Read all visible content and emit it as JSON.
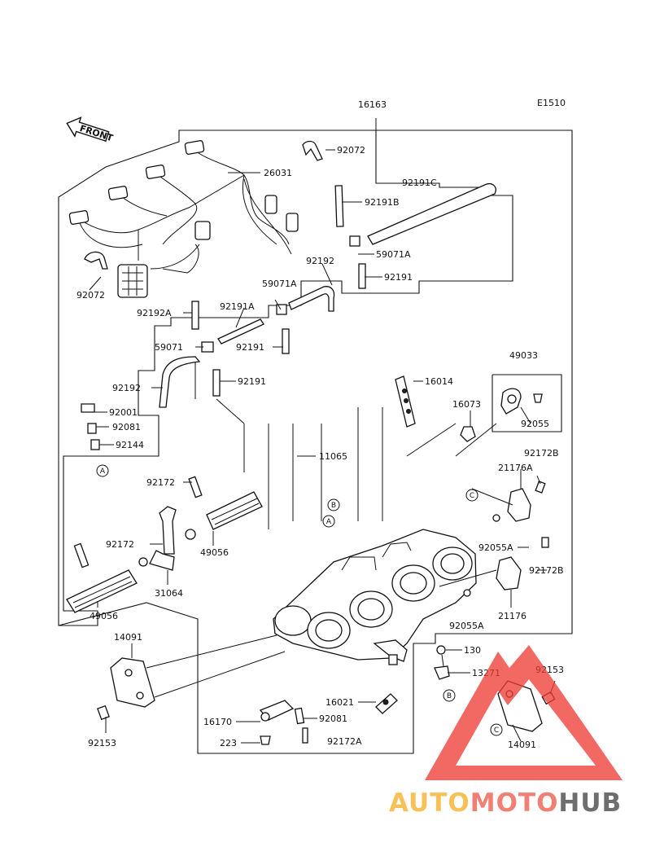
{
  "diagram": {
    "code": "E1510",
    "front_label": "FRONT",
    "callouts": [
      {
        "id": "16163",
        "label": "16163"
      },
      {
        "id": "92072-top",
        "label": "92072"
      },
      {
        "id": "26031",
        "label": "26031"
      },
      {
        "id": "92191C",
        "label": "92191C"
      },
      {
        "id": "92191B",
        "label": "92191B"
      },
      {
        "id": "59071A-top",
        "label": "59071A"
      },
      {
        "id": "92191-a",
        "label": "92191"
      },
      {
        "id": "92072-left",
        "label": "92072"
      },
      {
        "id": "92192-top",
        "label": "92192"
      },
      {
        "id": "59071A-mid",
        "label": "59071A"
      },
      {
        "id": "92192A",
        "label": "92192A"
      },
      {
        "id": "92191A",
        "label": "92191A"
      },
      {
        "id": "59071",
        "label": "59071"
      },
      {
        "id": "92191-b",
        "label": "92191"
      },
      {
        "id": "92192-left",
        "label": "92192"
      },
      {
        "id": "92191-c",
        "label": "92191"
      },
      {
        "id": "49033",
        "label": "49033"
      },
      {
        "id": "16014",
        "label": "16014"
      },
      {
        "id": "92001",
        "label": "92001"
      },
      {
        "id": "92081-top",
        "label": "92081"
      },
      {
        "id": "16073",
        "label": "16073"
      },
      {
        "id": "92055",
        "label": "92055"
      },
      {
        "id": "92144",
        "label": "92144"
      },
      {
        "id": "11065",
        "label": "11065"
      },
      {
        "id": "92172B-top",
        "label": "92172B"
      },
      {
        "id": "21176A",
        "label": "21176A"
      },
      {
        "id": "92172-a",
        "label": "92172"
      },
      {
        "id": "49056-a",
        "label": "49056"
      },
      {
        "id": "92172-b",
        "label": "92172"
      },
      {
        "id": "92055A-a",
        "label": "92055A"
      },
      {
        "id": "92172B-bottom",
        "label": "92172B"
      },
      {
        "id": "31064",
        "label": "31064"
      },
      {
        "id": "49056-b",
        "label": "49056"
      },
      {
        "id": "21176",
        "label": "21176"
      },
      {
        "id": "92055A-b",
        "label": "92055A"
      },
      {
        "id": "14091-a",
        "label": "14091"
      },
      {
        "id": "130",
        "label": "130"
      },
      {
        "id": "13271",
        "label": "13271"
      },
      {
        "id": "92153-a",
        "label": "92153"
      },
      {
        "id": "16021",
        "label": "16021"
      },
      {
        "id": "16170",
        "label": "16170"
      },
      {
        "id": "92081-bottom",
        "label": "92081"
      },
      {
        "id": "223",
        "label": "223"
      },
      {
        "id": "92172A",
        "label": "92172A"
      },
      {
        "id": "14091-b",
        "label": "14091"
      },
      {
        "id": "92153-b",
        "label": "92153"
      }
    ],
    "reference_marks": [
      "A",
      "B",
      "C"
    ]
  },
  "watermark": {
    "part1": "AUTO",
    "part2": "MOTO",
    "part3": "HUB",
    "colors": {
      "auto": "#f6b73c",
      "moto": "#ee6a5e",
      "hub": "#555555",
      "triangle": "#ee3b33"
    }
  }
}
